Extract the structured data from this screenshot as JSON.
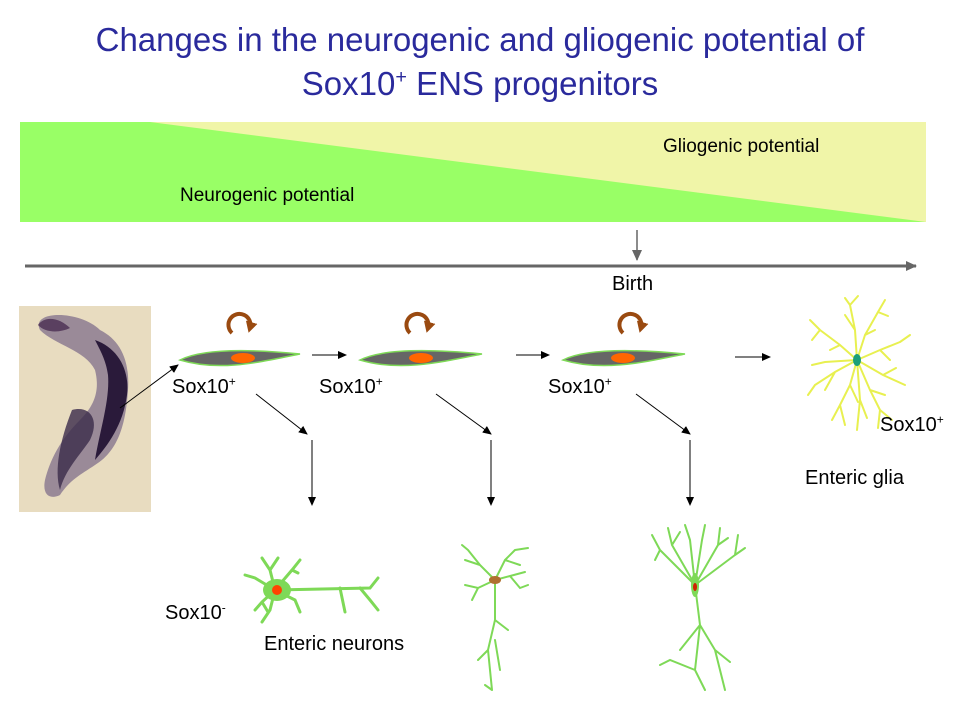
{
  "title": {
    "line1": "Changes in the neurogenic and gliogenic potential of",
    "line2_prefix": "Sox10",
    "line2_sup": "+",
    "line2_suffix": " ENS progenitors"
  },
  "potential": {
    "gliogenic_label": "Gliogenic potential",
    "neurogenic_label": "Neurogenic potential",
    "neuro_color": "#99ff66",
    "glio_color": "#f0f5a8"
  },
  "timeline": {
    "birth_label": "Birth"
  },
  "progenitors": [
    {
      "base": "Sox10",
      "sup": "+"
    },
    {
      "base": "Sox10",
      "sup": "+"
    },
    {
      "base": "Sox10",
      "sup": "+"
    }
  ],
  "glia": {
    "marker_base": "Sox10",
    "marker_sup": "+",
    "label": "Enteric glia",
    "color": "#e8f050"
  },
  "neurons": {
    "marker_base": "Sox10",
    "marker_sup": "-",
    "label": "Enteric neurons",
    "color": "#7ed957"
  }
}
